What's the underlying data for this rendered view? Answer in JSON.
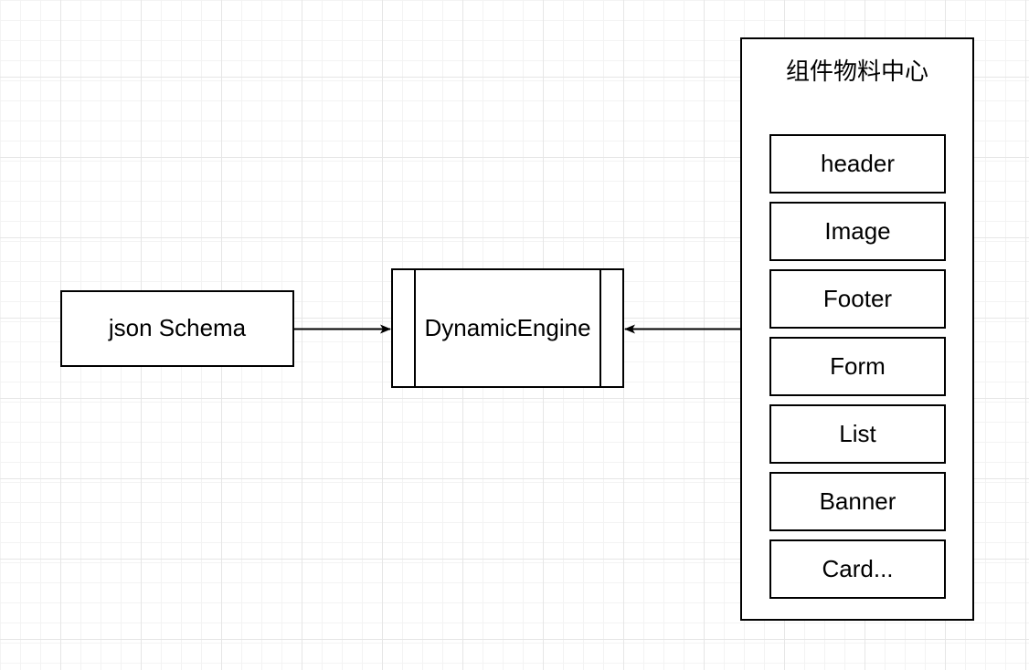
{
  "diagram": {
    "nodes": {
      "json_schema": {
        "label": "json Schema"
      },
      "dynamic_engine": {
        "label": "DynamicEngine",
        "shape": "process"
      },
      "material_center": {
        "title": "组件物料中心",
        "items": [
          "header",
          "Image",
          "Footer",
          "Form",
          "List",
          "Banner",
          "Card..."
        ]
      }
    },
    "edges": [
      {
        "from": "json_schema",
        "to": "dynamic_engine",
        "arrow_direction": "right"
      },
      {
        "from": "material_center",
        "to": "dynamic_engine",
        "arrow_direction": "left"
      }
    ],
    "colors": {
      "stroke": "#000000",
      "node_fill": "#ffffff",
      "grid_minor": "#f3f3f3",
      "grid_major": "#e6e6e6",
      "background": "#ffffff"
    }
  }
}
